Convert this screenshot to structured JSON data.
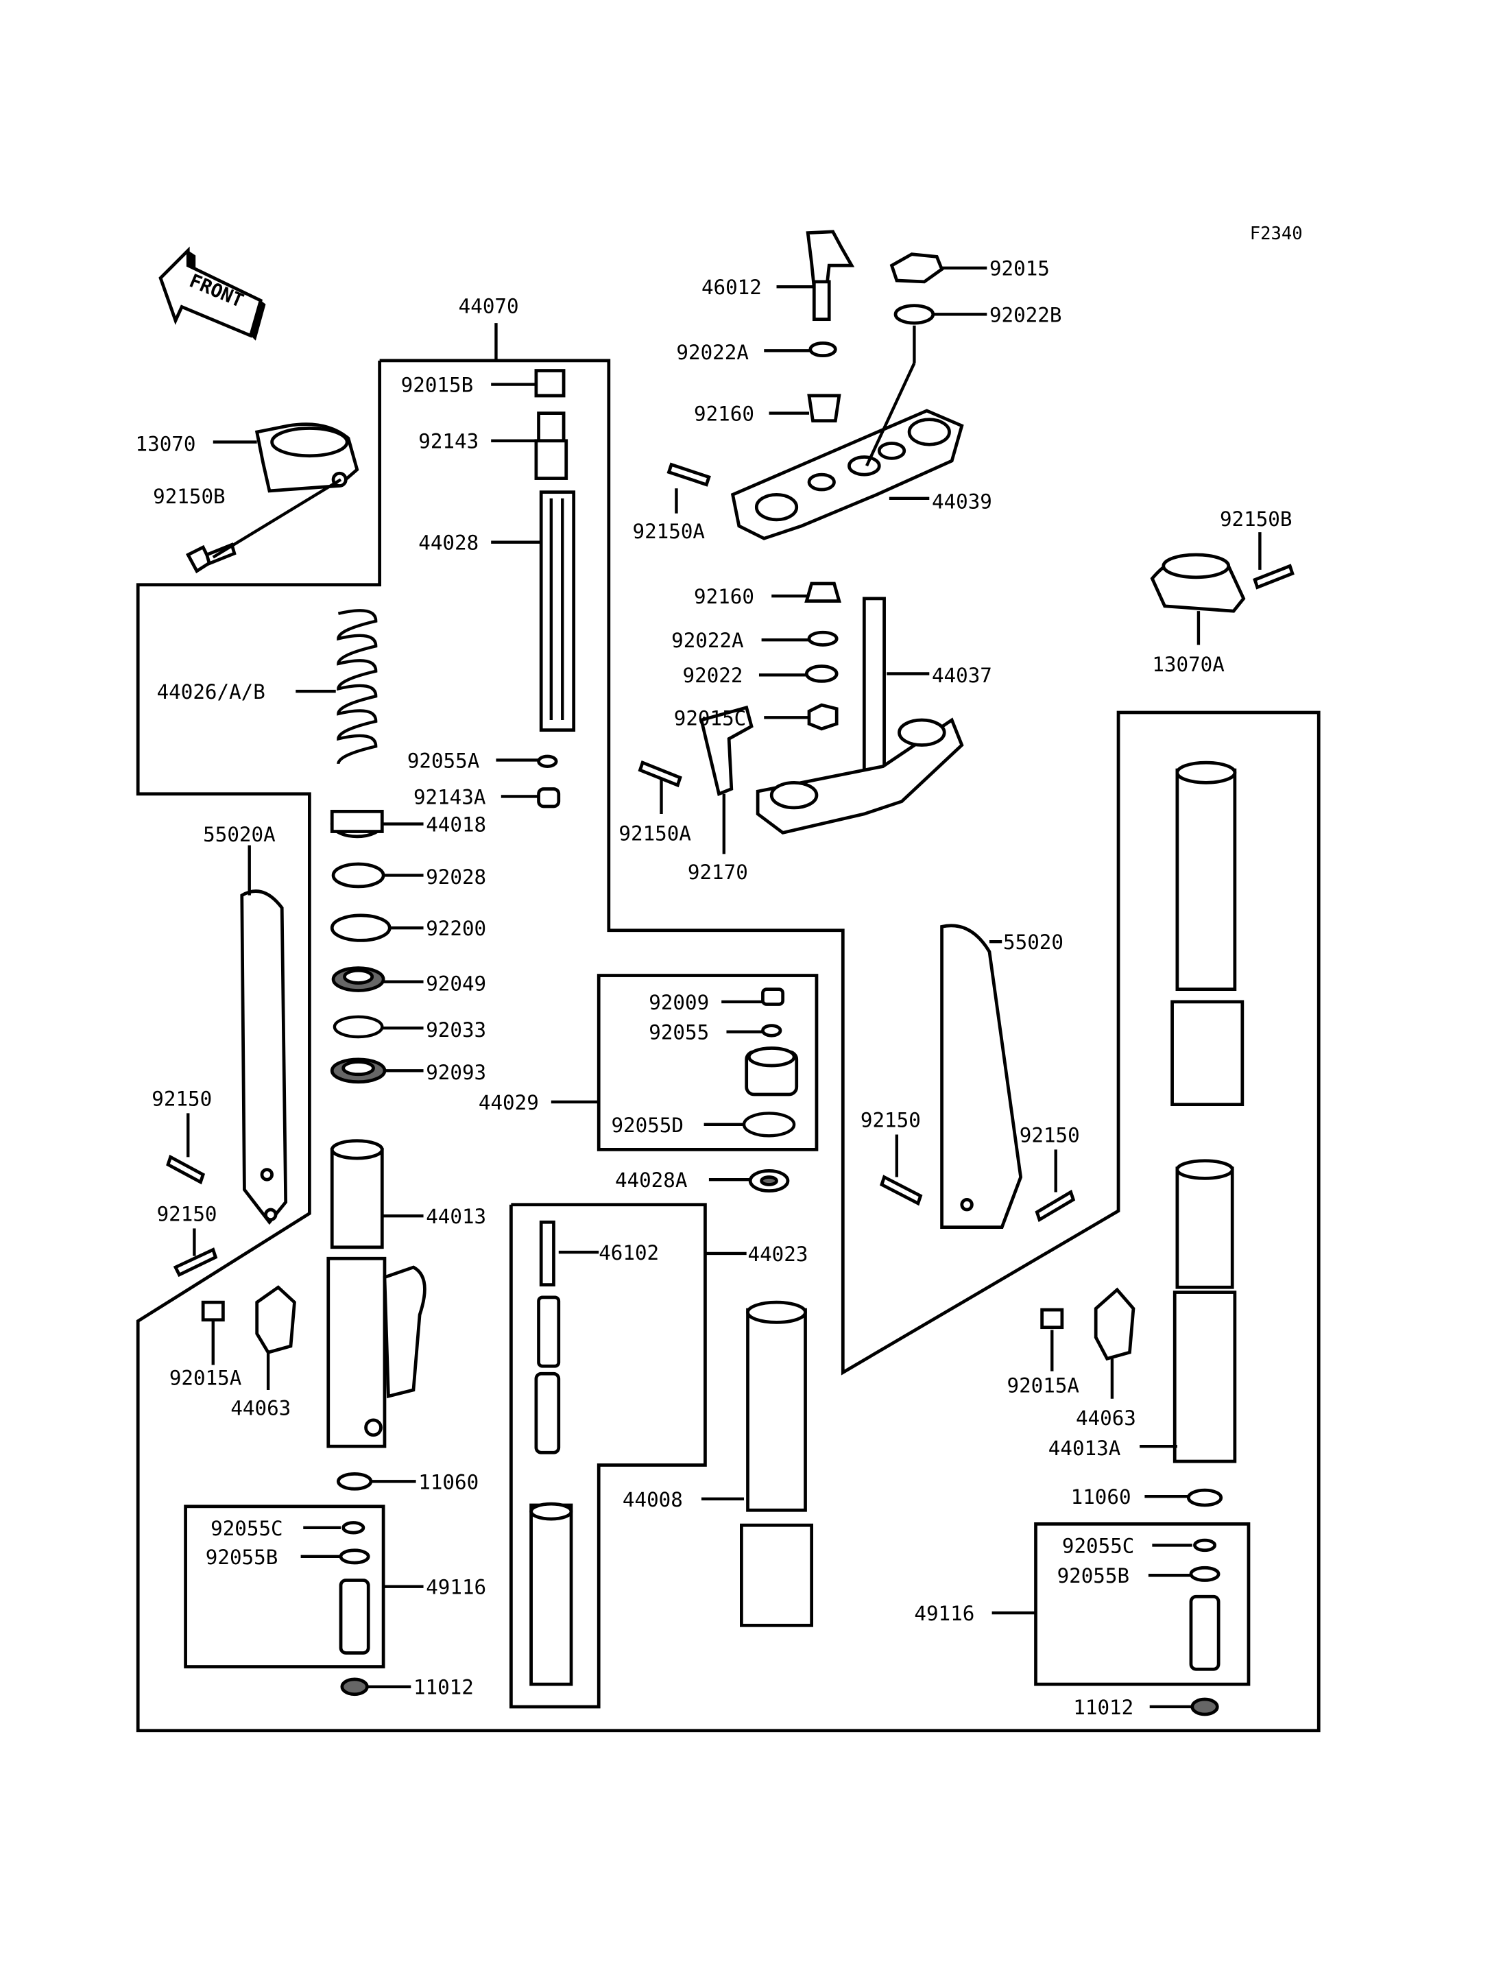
{
  "figure_code": "F2340",
  "front_badge": "FRONT",
  "labels": {
    "l44070": "44070",
    "l92015B": "92015B",
    "l92143": "92143",
    "l44028": "44028",
    "l44026AB": "44026/A/B",
    "l92055A": "92055A",
    "l92143A": "92143A",
    "l44018": "44018",
    "l92028": "92028",
    "l92200": "92200",
    "l92049": "92049",
    "l92033": "92033",
    "l92093": "92093",
    "l13070": "13070",
    "l92150B_left": "92150B",
    "l55020A": "55020A",
    "l92150_left1": "92150",
    "l92150_left2": "92150",
    "l44013": "44013",
    "l92015A_left": "92015A",
    "l44063_left": "44063",
    "l11060_left": "11060",
    "l92055C_left": "92055C",
    "l92055B_left": "92055B",
    "l49116_left": "49116",
    "l11012_left": "11012",
    "l46012": "46012",
    "l92015": "92015",
    "l92022B": "92022B",
    "l92022A_top": "92022A",
    "l92160_top": "92160",
    "l92150A_top": "92150A",
    "l44039": "44039",
    "l92160_mid": "92160",
    "l92022A_mid": "92022A",
    "l92022": "92022",
    "l44037": "44037",
    "l92015C": "92015C",
    "l92150A_mid": "92150A",
    "l92170": "92170",
    "l92150B_right": "92150B",
    "l13070A": "13070A",
    "l92009": "92009",
    "l92055": "92055",
    "l44029": "44029",
    "l92055D": "92055D",
    "l44028A": "44028A",
    "l46102": "46102",
    "l44023": "44023",
    "l44008": "44008",
    "l55020": "55020",
    "l92150_right1": "92150",
    "l92150_right2": "92150",
    "l92015A_right": "92015A",
    "l44063_right": "44063",
    "l44013A": "44013A",
    "l11060_right": "11060",
    "l92055C_right": "92055C",
    "l92055B_right": "92055B",
    "l49116_right": "49116",
    "l11012_right": "11012"
  }
}
